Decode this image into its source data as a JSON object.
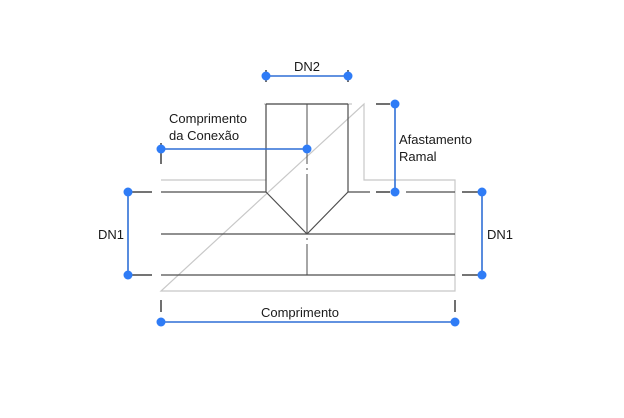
{
  "labels": {
    "dn2": "DN2",
    "comprimento_conexao_1": "Comprimento",
    "comprimento_conexao_2": "da Conexão",
    "afastamento_1": "Afastamento",
    "afastamento_2": "Ramal",
    "dn1_left": "DN1",
    "dn1_right": "DN1",
    "comprimento": "Comprimento"
  },
  "colors": {
    "dimension": "#2f6fd6",
    "handle": "#2f7cf6",
    "body": "#4d4d4d",
    "outline": "#c8c8c8"
  }
}
